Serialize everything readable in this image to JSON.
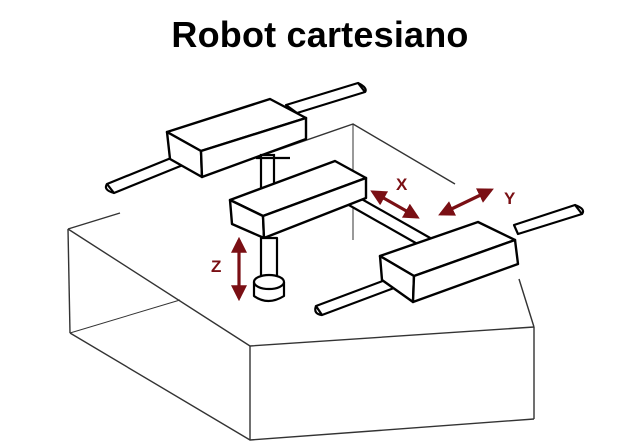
{
  "title": "Robot cartesiano",
  "labels": {
    "x": "X",
    "y": "Y",
    "z": "Z"
  },
  "colors": {
    "arrow": "#7a0f14",
    "stroke": "#000000",
    "box_stroke": "#333333"
  }
}
